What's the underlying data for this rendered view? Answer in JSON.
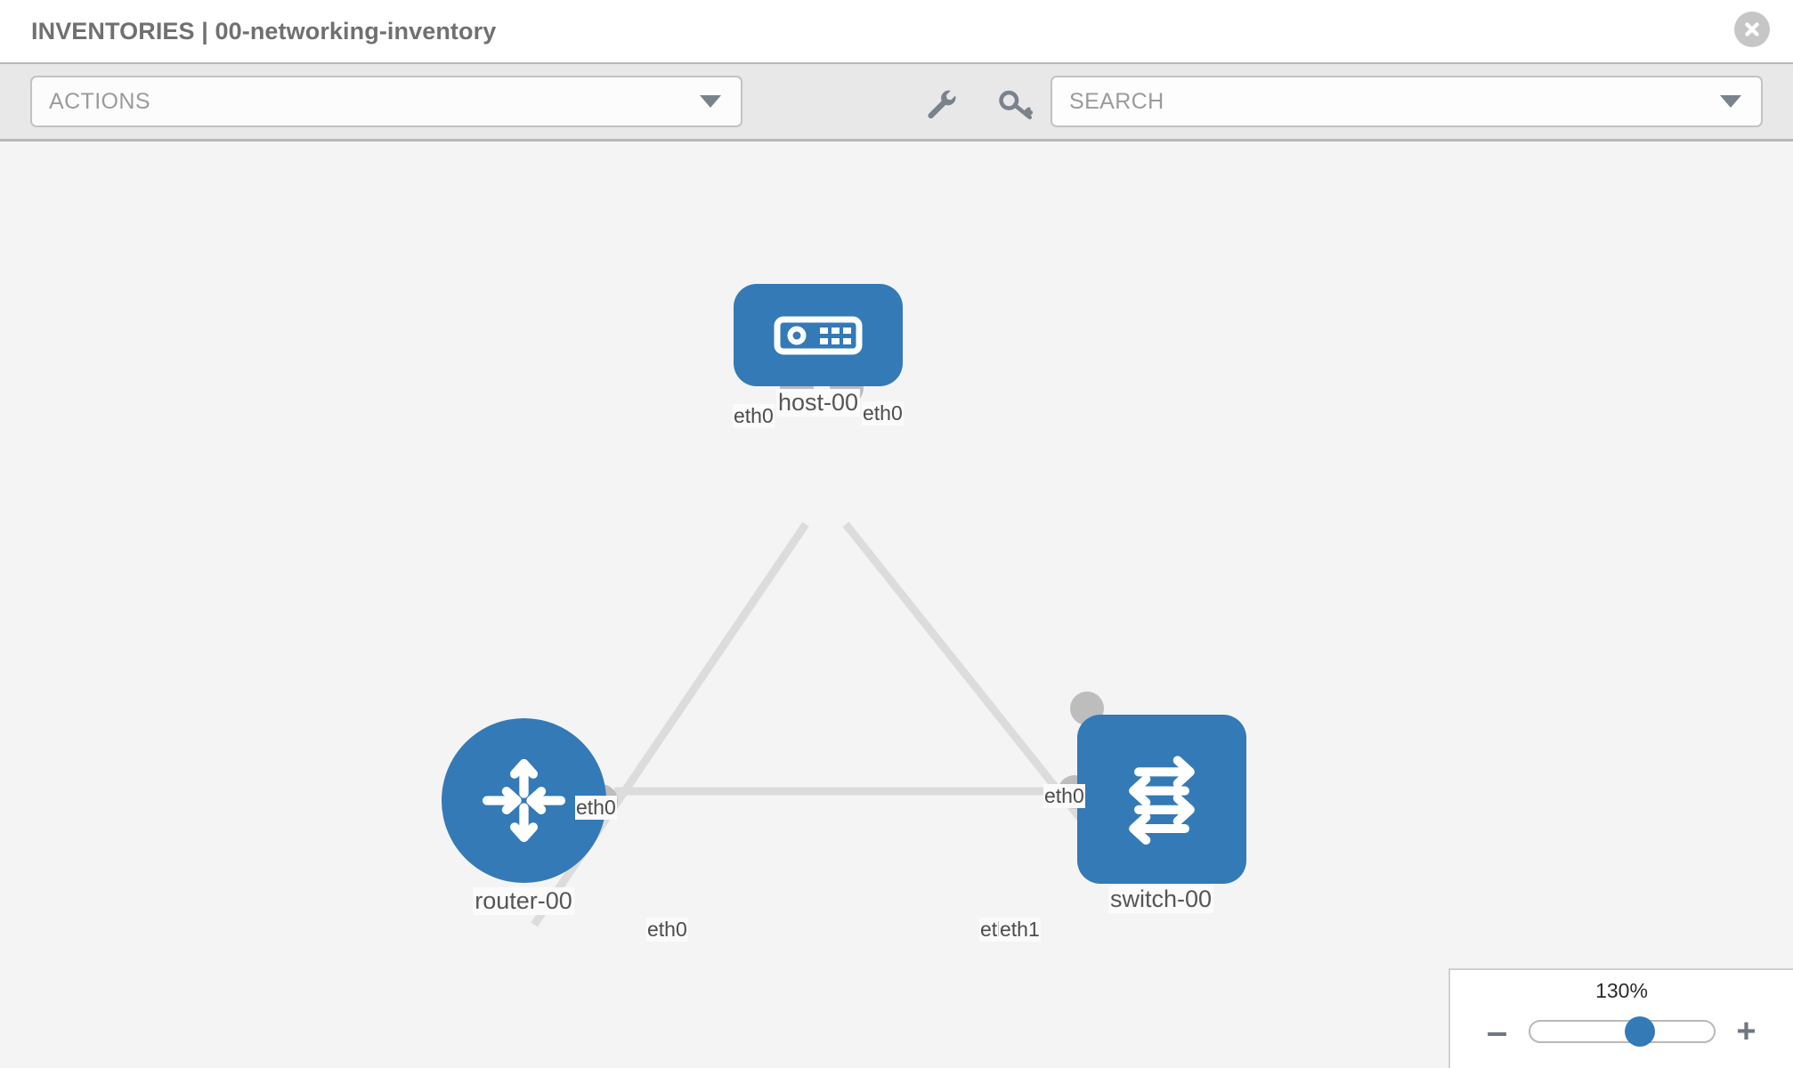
{
  "header": {
    "title": "INVENTORIES | 00-networking-inventory",
    "close_icon": "close-circle-icon"
  },
  "toolbar": {
    "actions_label": "ACTIONS",
    "actions_caret_icon": "chevron-down-icon",
    "wrench_icon": "wrench-icon",
    "key_icon": "key-icon",
    "search_placeholder": "SEARCH",
    "search_value": "SEARCH",
    "search_caret_icon": "chevron-down-icon"
  },
  "topology": {
    "nodes": [
      {
        "id": "host-00",
        "label": "host-00",
        "type": "host",
        "icon": "server-icon",
        "color": "#337ab7"
      },
      {
        "id": "router-00",
        "label": "router-00",
        "type": "router",
        "icon": "router-arrows-icon",
        "color": "#337ab7"
      },
      {
        "id": "switch-00",
        "label": "switch-00",
        "type": "switch",
        "icon": "switch-arrows-icon",
        "color": "#337ab7"
      }
    ],
    "edges": [
      {
        "from": "host-00",
        "to": "router-00",
        "from_interface": "eth0",
        "to_interface": "eth0"
      },
      {
        "from": "host-00",
        "to": "switch-00",
        "from_interface": "eth0",
        "to_interface": "eth0"
      },
      {
        "from": "router-00",
        "to": "switch-00",
        "from_interface": "eth0",
        "to_interface": "eth1"
      }
    ],
    "interface_labels": {
      "host_left": "eth0",
      "host_right": "eth0",
      "router_top": "eth0",
      "router_right": "eth0",
      "switch_top": "eth0",
      "switch_left_hidden": "eth0",
      "switch_left": "eth1"
    },
    "link_color": "#dcdcdc",
    "connector_color": "#bdbdbd"
  },
  "zoom": {
    "value": "130%",
    "minus_label": "–",
    "plus_label": "+",
    "minus_icon": "minus-icon",
    "plus_icon": "plus-icon",
    "thumb_position_percent": 60
  }
}
